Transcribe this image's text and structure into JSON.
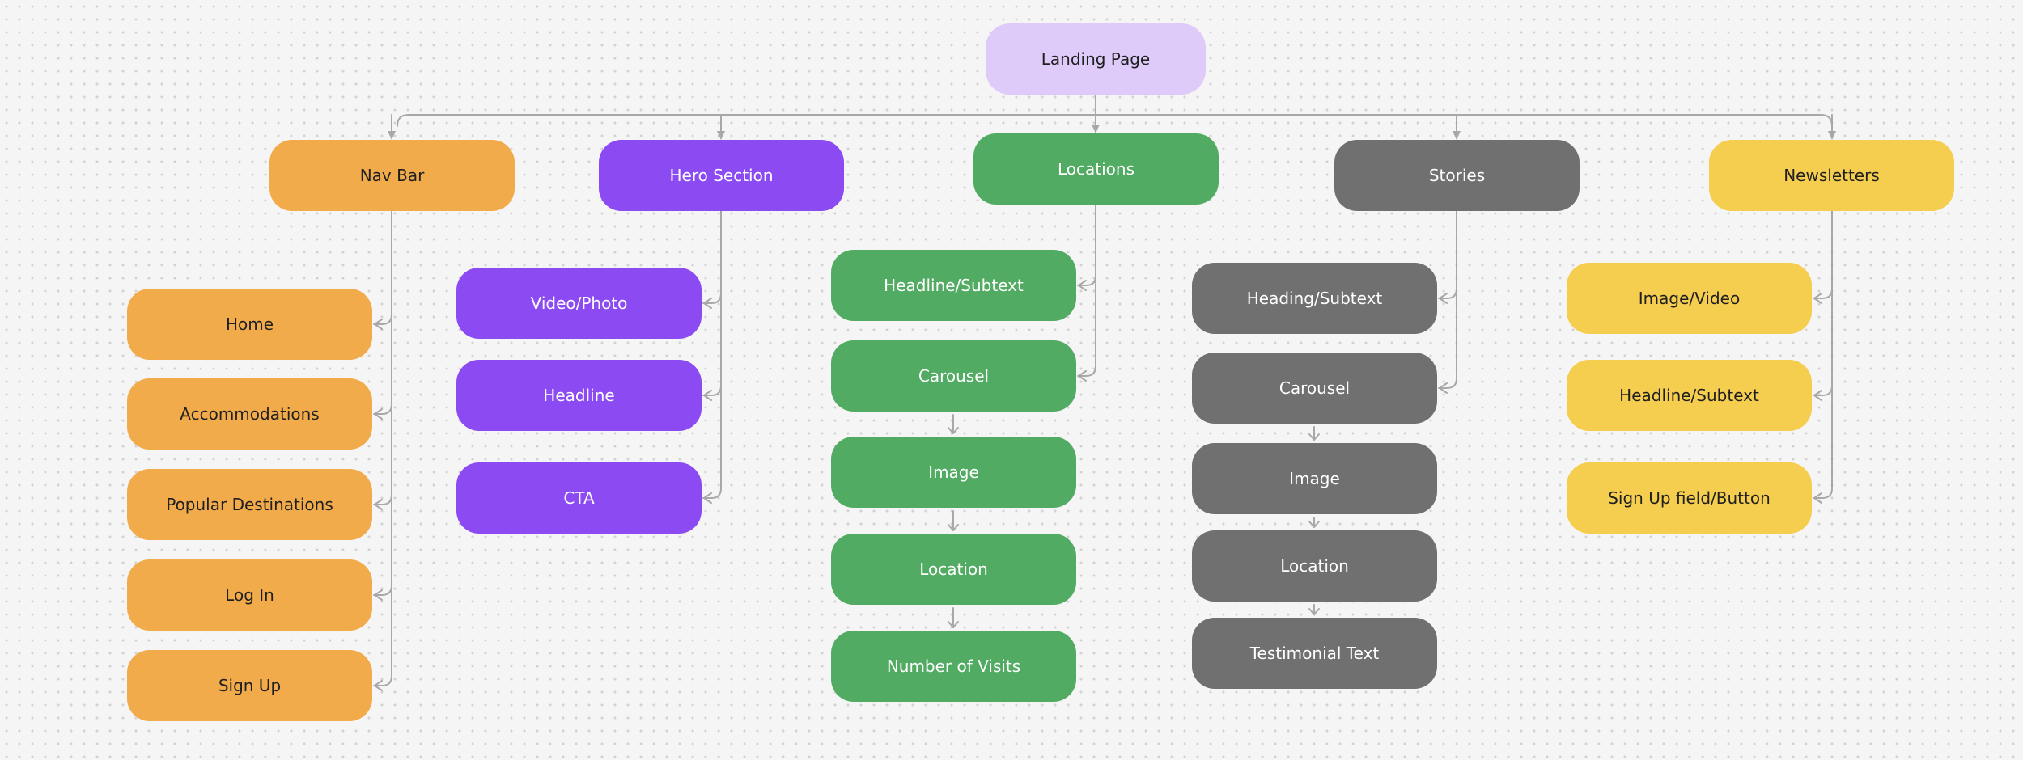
{
  "diagram": {
    "root": {
      "label": "Landing Page",
      "color": "#dfcbf9"
    },
    "colors": {
      "nav": "#f2ab4b",
      "hero": "#8b4af2",
      "locations": "#51ab62",
      "stories": "#707070",
      "newsletters": "#f5cd4f",
      "connector": "#a8a8a8",
      "background": "#f5f5f5"
    },
    "sections": {
      "nav": {
        "label": "Nav Bar",
        "children": [
          "Home",
          "Accommodations",
          "Popular Destinations",
          "Log In",
          "Sign Up"
        ]
      },
      "hero": {
        "label": "Hero Section",
        "children": [
          "Video/Photo",
          "Headline",
          "CTA"
        ]
      },
      "locations": {
        "label": "Locations",
        "children": [
          "Headline/Subtext",
          "Carousel",
          "Image",
          "Location",
          "Number of Visits"
        ]
      },
      "stories": {
        "label": "Stories",
        "children": [
          "Heading/Subtext",
          "Carousel",
          "Image",
          "Location",
          "Testimonial Text"
        ]
      },
      "newsletters": {
        "label": "Newsletters",
        "children": [
          "Image/Video",
          "Headline/Subtext",
          "Sign Up field/Button"
        ]
      }
    }
  }
}
